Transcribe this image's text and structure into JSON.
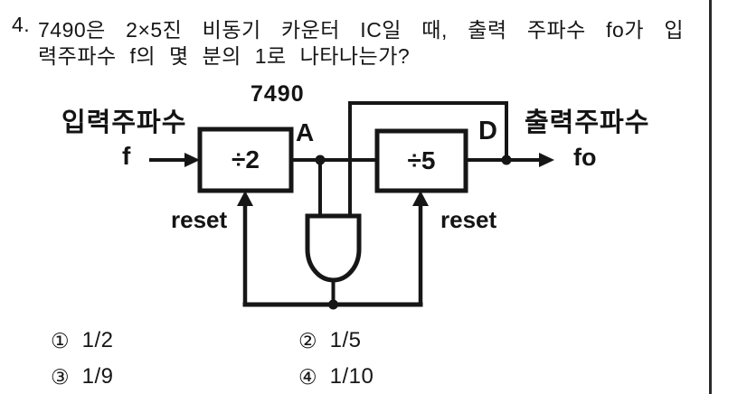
{
  "question": {
    "number": "4.",
    "line1": "7490은 2×5진 비동기 카운터 IC일 때, 출력 주파수 fo가 입",
    "line2": "력주파수 f의 몇 분의 1로 나타나는가?"
  },
  "circuit": {
    "chip_label": "7490",
    "input_label": "입력주파수",
    "input_signal": "f",
    "node_a_label": "A",
    "node_d_label": "D",
    "output_label": "출력주파수",
    "output_signal": "fo",
    "divide_by_2": "÷2",
    "divide_by_5": "÷5",
    "reset_left": "reset",
    "reset_right": "reset"
  },
  "options": [
    {
      "marker": "①",
      "value": "1/2"
    },
    {
      "marker": "②",
      "value": "1/5"
    },
    {
      "marker": "③",
      "value": "1/9"
    },
    {
      "marker": "④",
      "value": "1/10"
    }
  ],
  "colors": {
    "ink": "#161616",
    "background": "#ffffff"
  }
}
